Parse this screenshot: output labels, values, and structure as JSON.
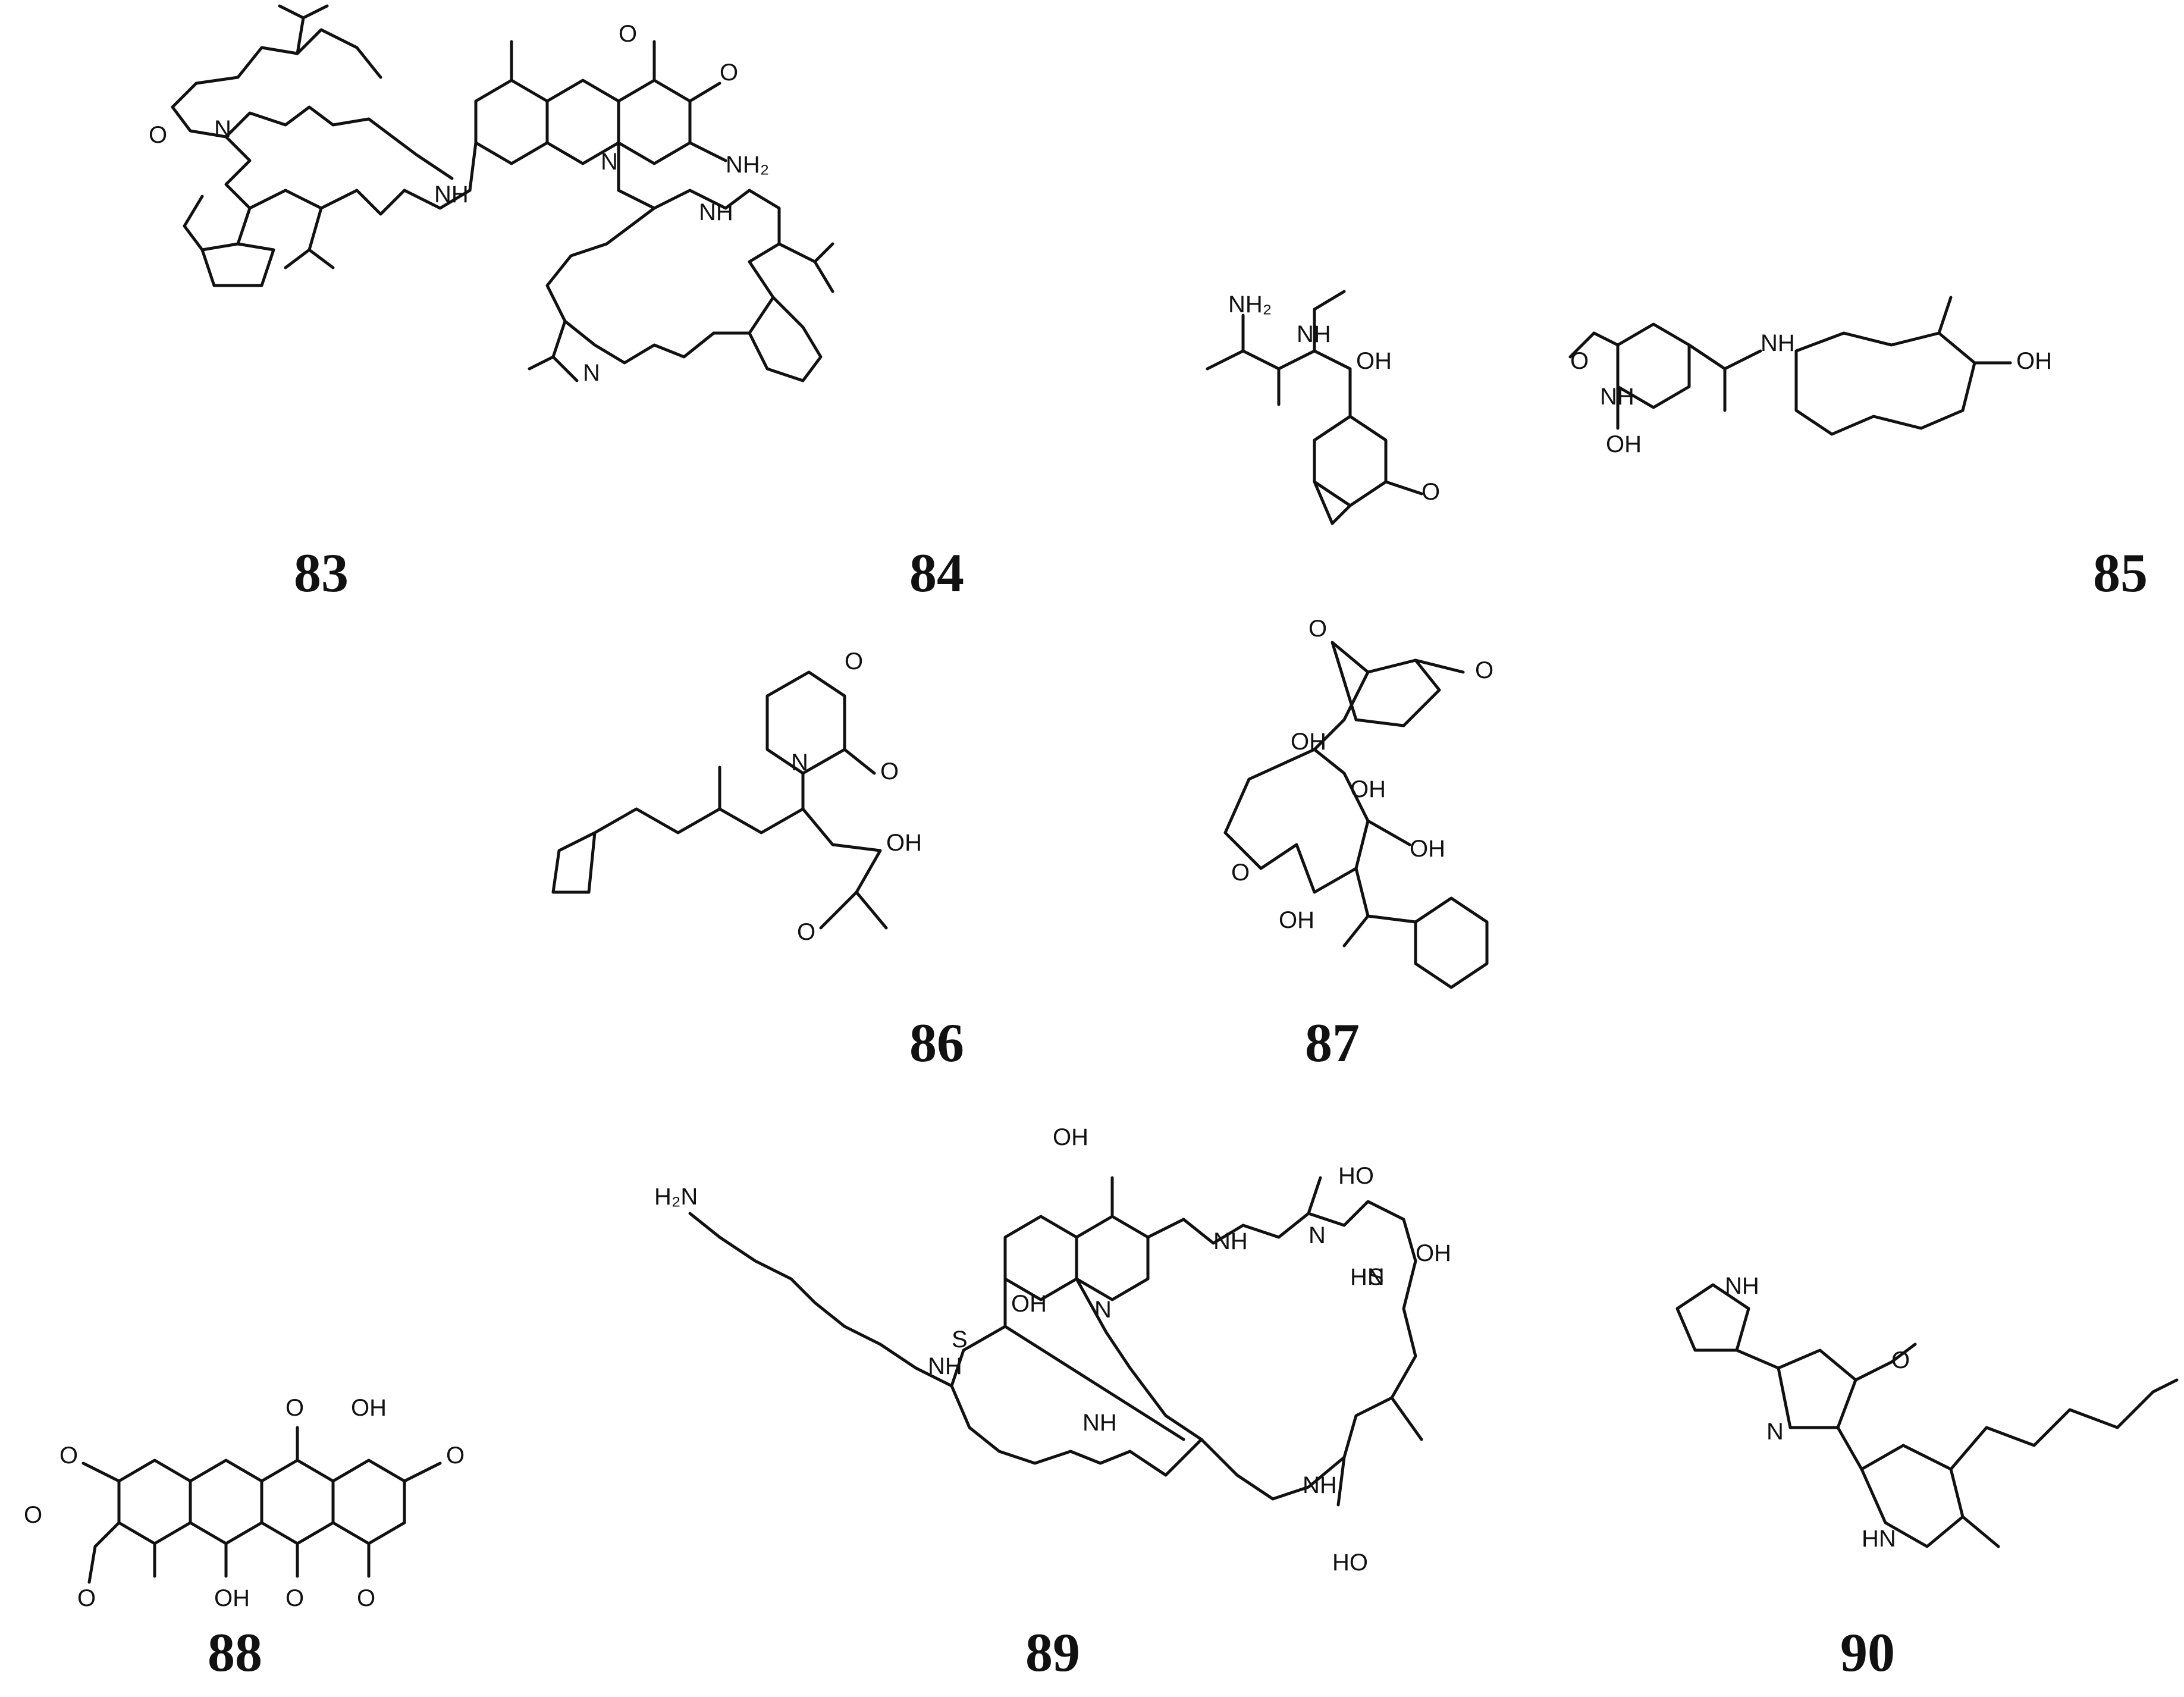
{
  "compounds": [
    {
      "id": "c83",
      "label": "83"
    },
    {
      "id": "c84",
      "label": "84"
    },
    {
      "id": "c85",
      "label": "85"
    },
    {
      "id": "c86",
      "label": "86"
    },
    {
      "id": "c87",
      "label": "87"
    },
    {
      "id": "c88",
      "label": "88"
    },
    {
      "id": "c89",
      "label": "89"
    },
    {
      "id": "c90",
      "label": "90"
    }
  ],
  "atom_labels": {
    "nh2": "NH2",
    "nh": "NH",
    "hn": "HN",
    "n": "N",
    "o": "O",
    "oh": "OH",
    "ho": "HO",
    "s": "S",
    "h2n": "H2N"
  }
}
